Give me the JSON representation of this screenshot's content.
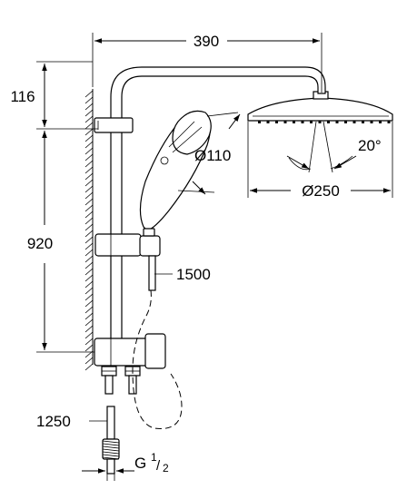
{
  "dimensions": {
    "width_390": "390",
    "height_116": "116",
    "height_920": "920",
    "hand_shower_diameter": "Ø110",
    "head_shower_diameter": "Ø250",
    "tilt_angle": "20°",
    "hose_1500": "1500",
    "hose_1250": "1250",
    "thread_prefix": "G",
    "thread_numerator": "1",
    "thread_denominator": "2"
  },
  "colors": {
    "line": "#000000",
    "background": "#ffffff"
  }
}
